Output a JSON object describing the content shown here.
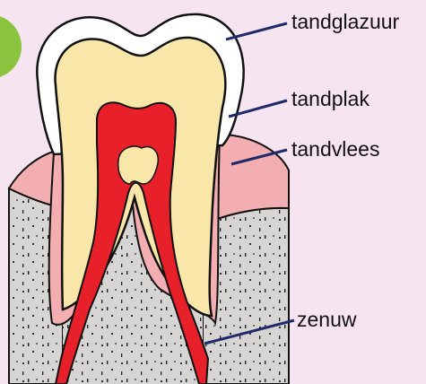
{
  "labels": {
    "enamel": "tandglazuur",
    "plaque": "tandplak",
    "gum": "tandvlees",
    "nerve": "zenuw"
  },
  "colors": {
    "background": "#f6e4f1",
    "badge": "#8ac43f",
    "gum": "#f2aeb0",
    "gum_dark": "#e8888c",
    "bone": "#d7d4d4",
    "dentin": "#f8e7a8",
    "enamel": "#ffffff",
    "pulp": "#e8202a",
    "leader": "#1f2a6b"
  }
}
